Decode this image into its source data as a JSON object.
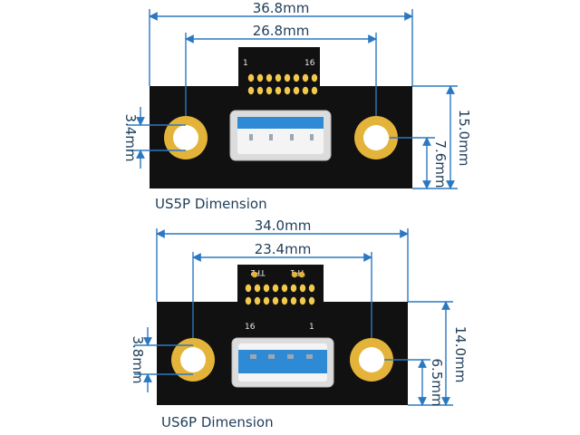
{
  "colors": {
    "board": "#111111",
    "pad_ring": "#e4b43a",
    "pad_hole": "#ffffff",
    "usb_shell": "#dcdcdc",
    "usb_blue": "#2f8ad6",
    "contacts": "#f2c94c",
    "dimension_line": "#2b78c2",
    "dimension_text": "#1f3d5a"
  },
  "us5p": {
    "caption": "US5P Dimension",
    "overall_width": "36.8mm",
    "hole_spacing": "26.8mm",
    "hole_diameter": "3.4mm",
    "overall_height": "15.0mm",
    "hole_offset": "7.6mm",
    "pin_left": "1",
    "pin_right": "16"
  },
  "us6p": {
    "caption": "US6P Dimension",
    "overall_width": "34.0mm",
    "hole_spacing": "23.4mm",
    "hole_diameter": "3.8mm",
    "overall_height": "14.0mm",
    "hole_offset": "6.5mm",
    "pin_left": "16",
    "pin_right": "1",
    "testpoint_1": "TP1",
    "testpoint_2": "TP2"
  }
}
